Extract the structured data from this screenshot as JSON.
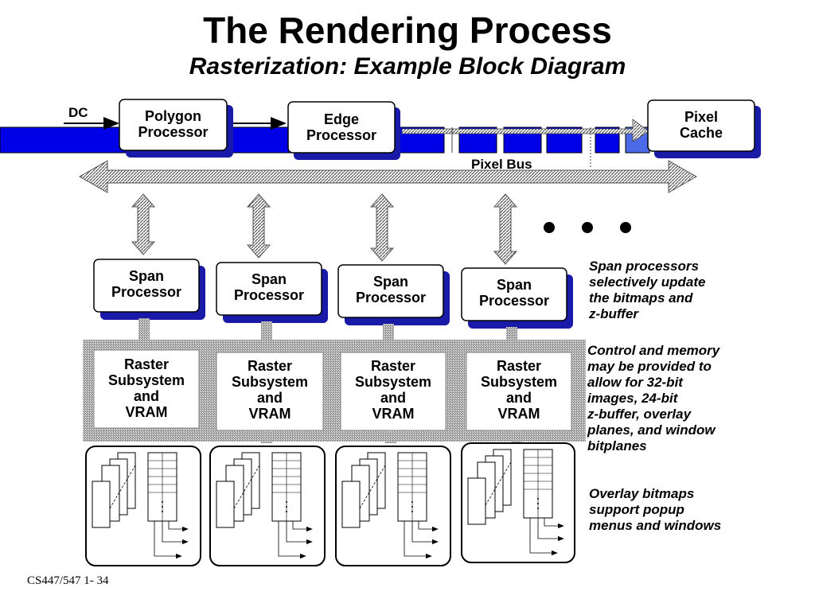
{
  "header": {
    "title": "The Rendering Process",
    "subtitle": "Rasterization: Example Block Diagram"
  },
  "diagram": {
    "dc_label": "DC",
    "pixel_bus_label": "Pixel Bus",
    "polygon_processor": "Polygon\nProcessor",
    "edge_processor": "Edge\nProcessor",
    "pixel_cache": "Pixel\nCache",
    "span_processors": [
      "Span\nProcessor",
      "Span\nProcessor",
      "Span\nProcessor",
      "Span\nProcessor"
    ],
    "raster_subsystems": [
      "Raster\nSubsystem\nand\nVRAM",
      "Raster\nSubsystem\nand\nVRAM",
      "Raster\nSubsystem\nand\nVRAM",
      "Raster\nSubsystem\nand\nVRAM"
    ],
    "ellipsis": "• • •",
    "colors": {
      "bus_blue": "#0000e6",
      "box_shadow": "#1a1aa8",
      "light_blue": "#4a6ae8"
    }
  },
  "notes": {
    "span_note": "Span processors\nselectively update\nthe bitmaps and\nz-buffer",
    "memory_note": "Control and memory\nmay be provided to\nallow for 32-bit\nimages, 24-bit\nz-buffer, overlay\nplanes, and window\nbitplanes",
    "overlay_note": "Overlay bitmaps\nsupport popup\nmenus and windows"
  },
  "footer": {
    "course": "CS447/547 1- 34"
  }
}
